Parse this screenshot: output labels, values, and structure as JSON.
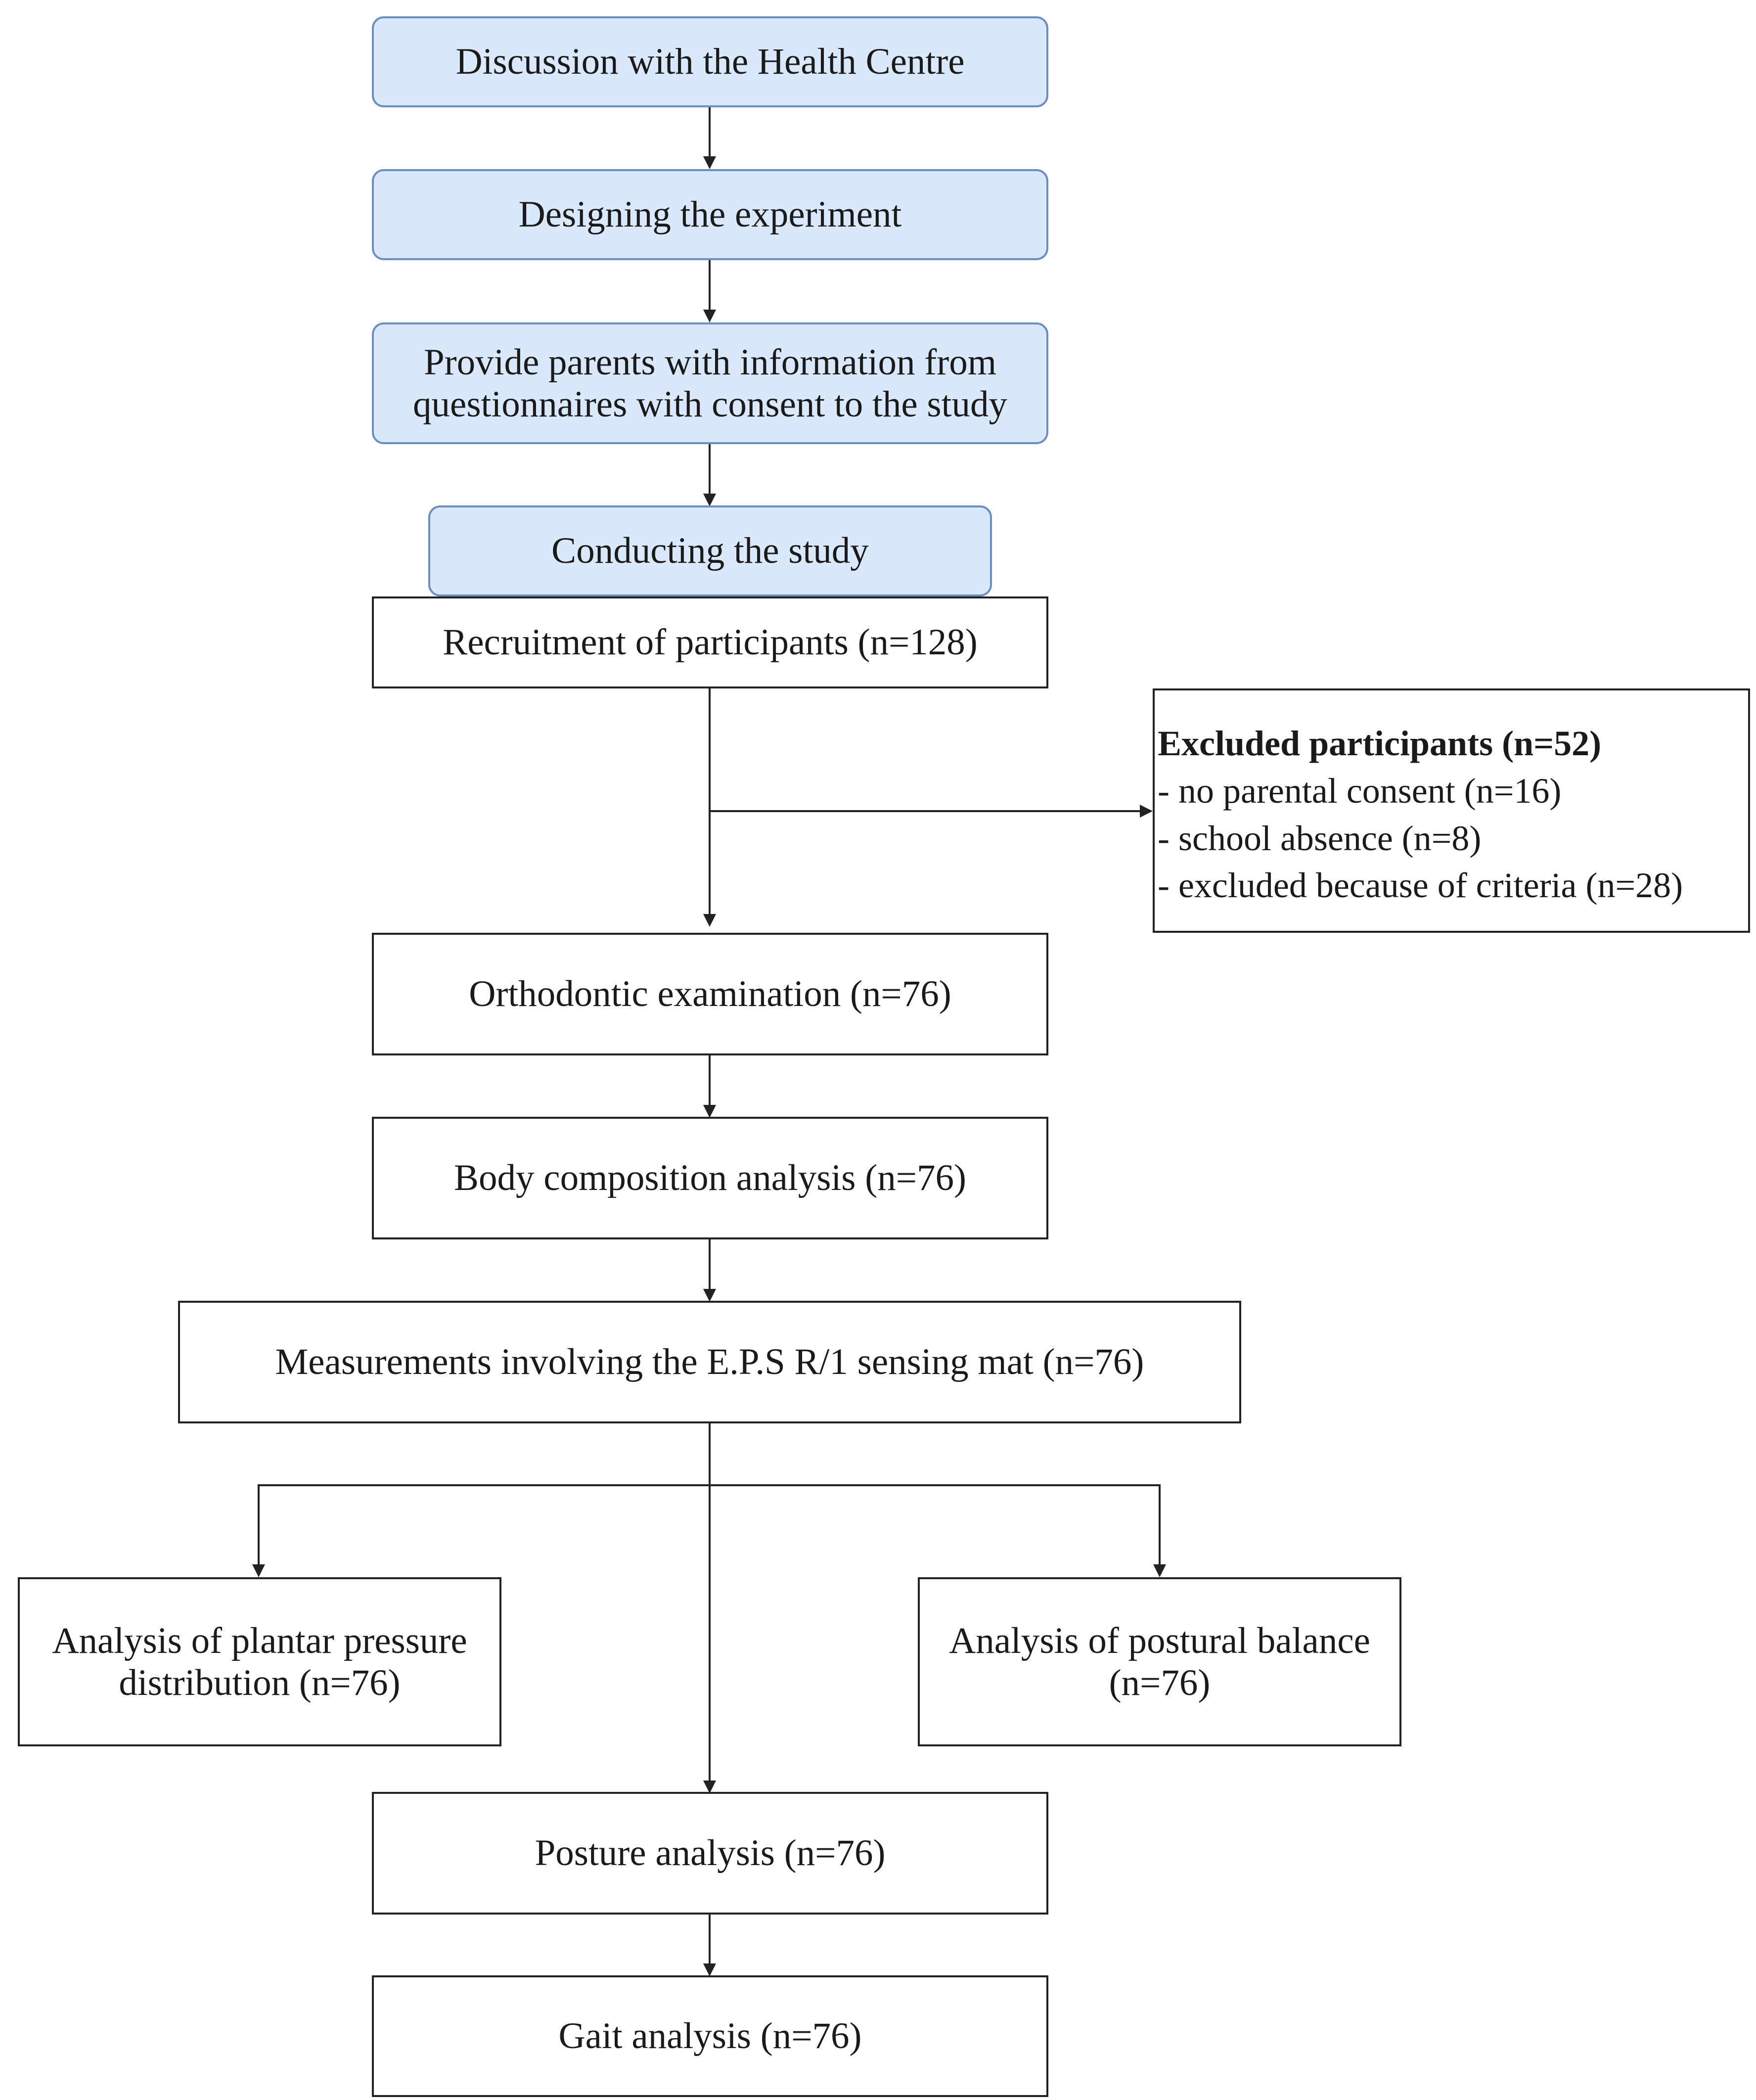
{
  "nodes": {
    "discussion": "Discussion with the Health Centre",
    "designing": "Designing the experiment",
    "provide_line1": "Provide parents with information from",
    "provide_line2": "questionnaires with consent to the study",
    "conducting": "Conducting the study",
    "recruitment": "Recruitment of participants (n=128)",
    "excluded": {
      "title": "Excluded participants (n=52)",
      "items": [
        "- no parental consent (n=16)",
        "- school absence (n=8)",
        "- excluded because of criteria (n=28)"
      ]
    },
    "orthodontic": "Orthodontic examination (n=76)",
    "body_composition": "Body composition analysis (n=76)",
    "measurements": "Measurements involving the E.P.S R/1 sensing mat (n=76)",
    "plantar_line1": "Analysis of plantar pressure",
    "plantar_line2": "distribution (n=76)",
    "postural_line1": "Analysis of postural balance",
    "postural_line2": "(n=76)",
    "posture": "Posture analysis (n=76)",
    "gait": "Gait analysis (n=76)"
  },
  "colors": {
    "blue_fill": "#dae8fc",
    "blue_stroke": "#6c8ebf",
    "line": "#222222"
  }
}
